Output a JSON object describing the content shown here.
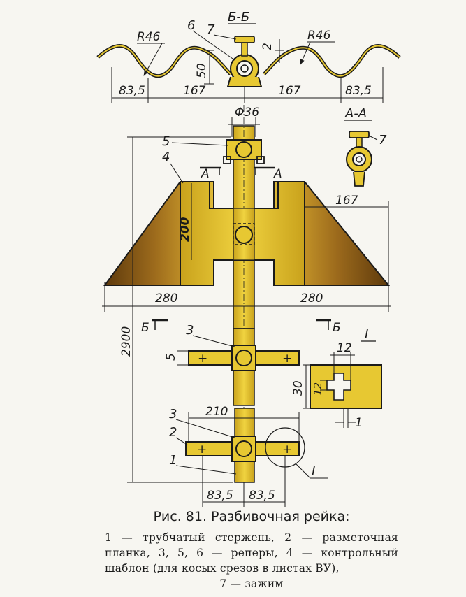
{
  "views": {
    "section_bb": "Б-Б",
    "section_aa": "А-А",
    "detail_i": "I",
    "cut_a": "А",
    "cut_b": "Б"
  },
  "dimensions": {
    "r_left": "R46",
    "r_right": "R46",
    "height_50": "50",
    "gap_2": "2",
    "w1": "83,5",
    "w2": "167",
    "w3": "167",
    "w4": "83,5",
    "dia": "Φ36",
    "h200": "200",
    "w167": "167",
    "w280_left": "280",
    "w280_right": "280",
    "total_height": "2900",
    "h5": "5",
    "len210": "210",
    "bottom_left": "83,5",
    "bottom_right": "83,5",
    "detail_w12": "12",
    "detail_h30": "30",
    "detail_h12": "12",
    "detail_1": "1"
  },
  "labels": {
    "n1": "1",
    "n2": "2",
    "n3a": "3",
    "n3b": "3",
    "n4": "4",
    "n5": "5",
    "n6": "6",
    "n7a": "7",
    "n7b": "7"
  },
  "caption": {
    "title": "Рис. 81. Разбивочная рейка:",
    "text": "1 — трубчатый стержень, 2 — разметочная планка, 3, 5, 6 — реперы, 4 — контрольный шаблон (для косых срезов в листах ВУ),",
    "last_line": "7 — зажим"
  },
  "colors": {
    "yellow": "#e7c832",
    "yellow_dark": "#c9a21c",
    "brown": "#7a4a12",
    "line": "#1b1b1b",
    "paper": "#f7f6f1"
  }
}
